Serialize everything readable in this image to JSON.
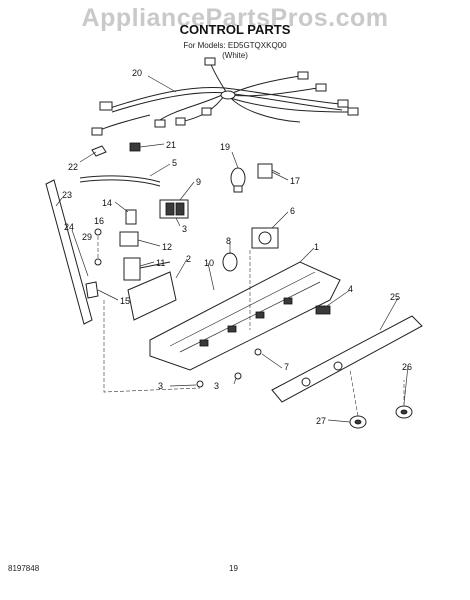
{
  "watermark": "AppliancePartsPros.com",
  "header": {
    "title": "CONTROL PARTS",
    "models": "For Models: ED5GTQXKQ00",
    "color": "(White)"
  },
  "callouts": [
    "20",
    "21",
    "22",
    "5",
    "19",
    "17",
    "9",
    "23",
    "14",
    "16",
    "3",
    "6",
    "24",
    "29",
    "12",
    "8",
    "1",
    "2",
    "11",
    "10",
    "15",
    "4",
    "25",
    "7",
    "3",
    "3",
    "26",
    "27"
  ],
  "footer": {
    "doc_number": "8197848",
    "page_number": "19"
  }
}
